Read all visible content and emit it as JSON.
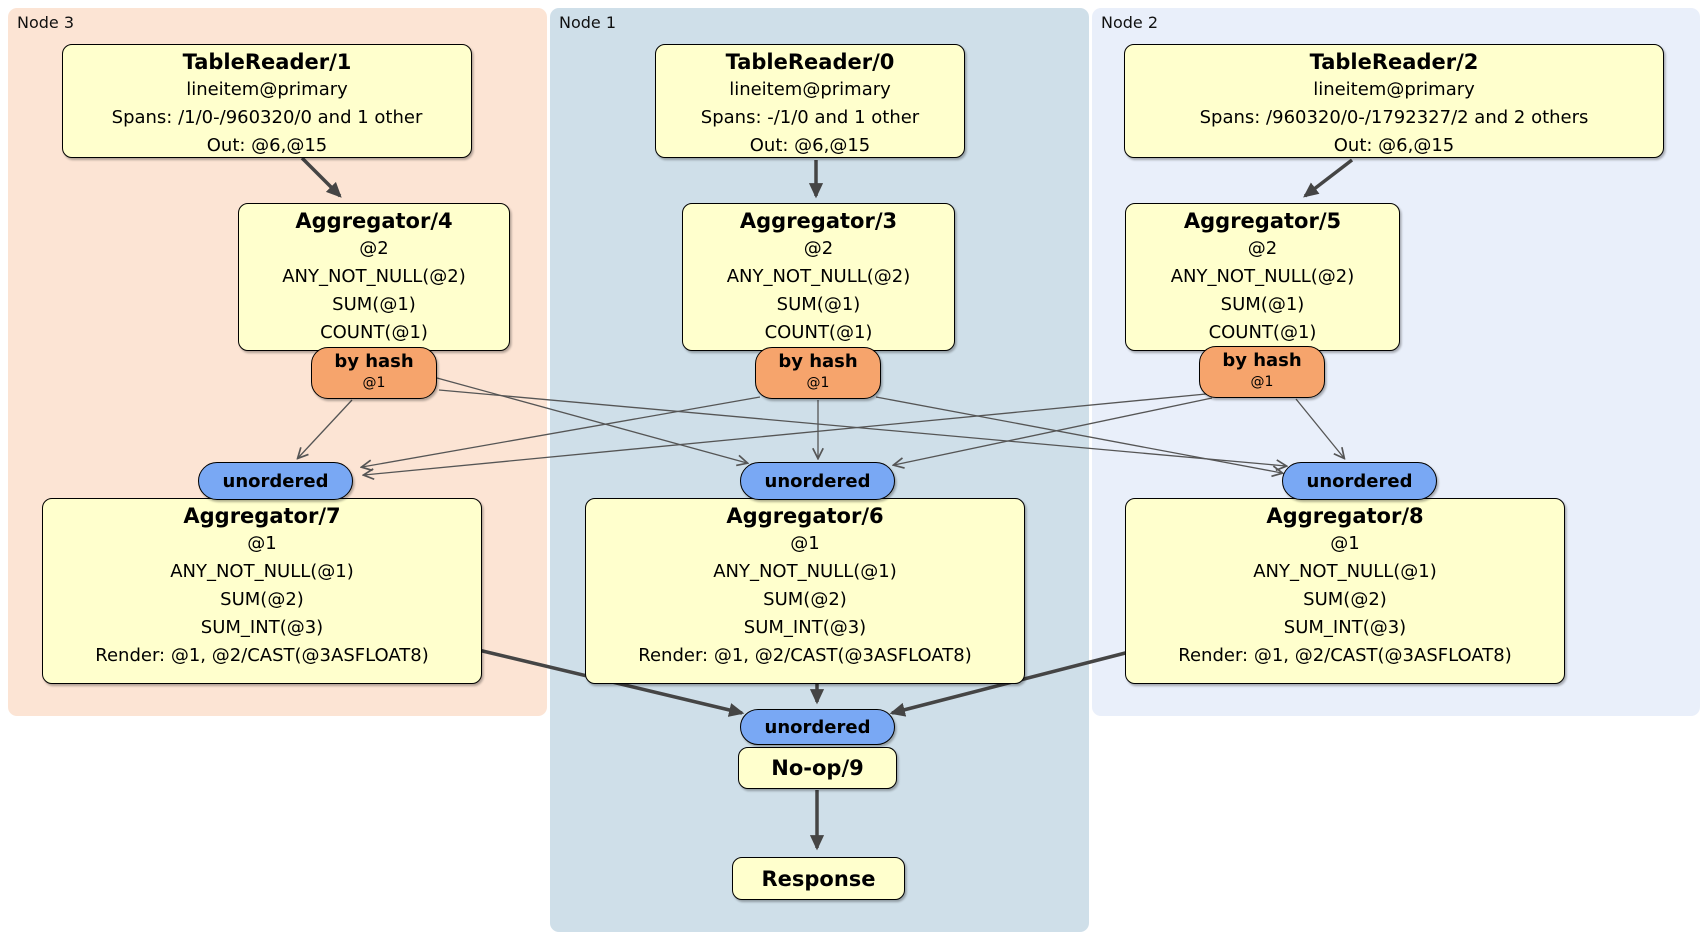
{
  "regions": {
    "node3": {
      "label": "Node 3"
    },
    "node1": {
      "label": "Node 1"
    },
    "node2": {
      "label": "Node 2"
    }
  },
  "processors": {
    "tablereader1": {
      "title": "TableReader/1",
      "lines": [
        "lineitem@primary",
        "Spans: /1/0-/960320/0 and 1 other",
        "Out: @6,@15"
      ]
    },
    "tablereader0": {
      "title": "TableReader/0",
      "lines": [
        "lineitem@primary",
        "Spans: -/1/0 and 1 other",
        "Out: @6,@15"
      ]
    },
    "tablereader2": {
      "title": "TableReader/2",
      "lines": [
        "lineitem@primary",
        "Spans: /960320/0-/1792327/2 and 2 others",
        "Out: @6,@15"
      ]
    },
    "aggregator4": {
      "title": "Aggregator/4",
      "lines": [
        "@2",
        "ANY_NOT_NULL(@2)",
        "SUM(@1)",
        "COUNT(@1)"
      ]
    },
    "aggregator3": {
      "title": "Aggregator/3",
      "lines": [
        "@2",
        "ANY_NOT_NULL(@2)",
        "SUM(@1)",
        "COUNT(@1)"
      ]
    },
    "aggregator5": {
      "title": "Aggregator/5",
      "lines": [
        "@2",
        "ANY_NOT_NULL(@2)",
        "SUM(@1)",
        "COUNT(@1)"
      ]
    },
    "aggregator7": {
      "title": "Aggregator/7",
      "lines": [
        "@1",
        "ANY_NOT_NULL(@1)",
        "SUM(@2)",
        "SUM_INT(@3)",
        "Render: @1, @2/CAST(@3ASFLOAT8)"
      ]
    },
    "aggregator6": {
      "title": "Aggregator/6",
      "lines": [
        "@1",
        "ANY_NOT_NULL(@1)",
        "SUM(@2)",
        "SUM_INT(@3)",
        "Render: @1, @2/CAST(@3ASFLOAT8)"
      ]
    },
    "aggregator8": {
      "title": "Aggregator/8",
      "lines": [
        "@1",
        "ANY_NOT_NULL(@1)",
        "SUM(@2)",
        "SUM_INT(@3)",
        "Render: @1, @2/CAST(@3ASFLOAT8)"
      ]
    },
    "noop9": {
      "title": "No-op/9"
    },
    "response": {
      "title": "Response"
    }
  },
  "routers": {
    "node3": {
      "label": "by hash",
      "sub": "@1"
    },
    "node1": {
      "label": "by hash",
      "sub": "@1"
    },
    "node2": {
      "label": "by hash",
      "sub": "@1"
    }
  },
  "syncs": {
    "node3": {
      "label": "unordered"
    },
    "node1": {
      "label": "unordered"
    },
    "node2": {
      "label": "unordered"
    },
    "final": {
      "label": "unordered"
    }
  },
  "colors": {
    "node3_bg": "#fce4d4",
    "node1_bg": "#cfdfe9",
    "node2_bg": "#e9effa",
    "processor_bg": "#ffffcd",
    "router_bg": "#f6a46c",
    "sync_bg": "#79a8f4",
    "edge_thin": "#555555",
    "edge_thick": "#454545"
  }
}
